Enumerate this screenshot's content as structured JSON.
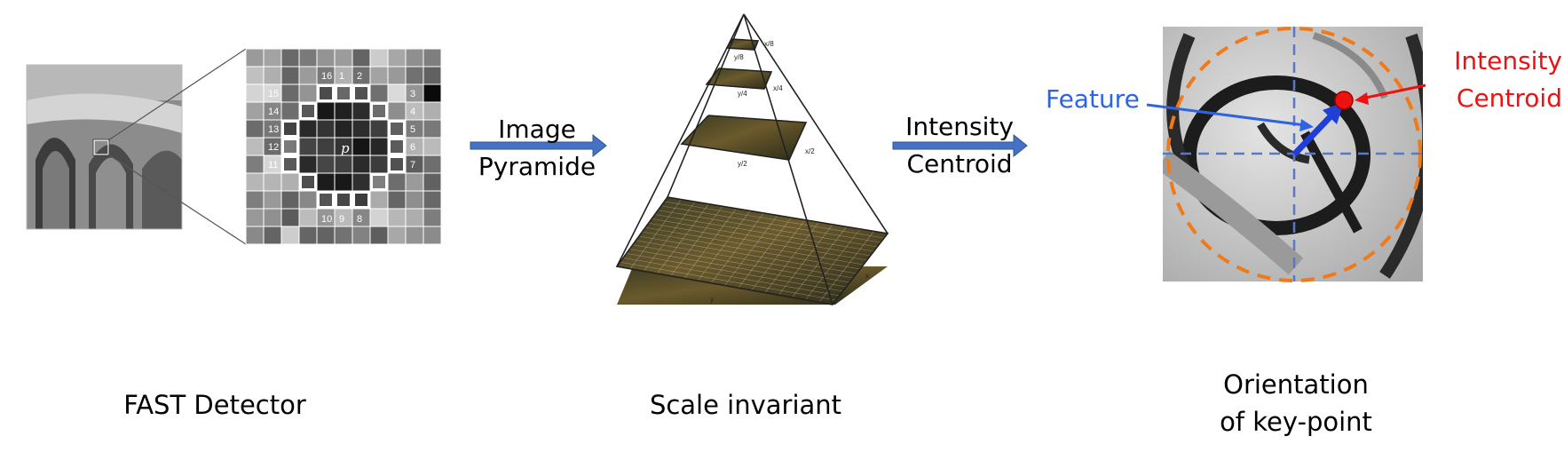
{
  "panels": {
    "fast": {
      "caption": "FAST Detector",
      "pixel_label": "p",
      "circle_numbers": [
        "16",
        "1",
        "2",
        "15",
        "3",
        "14",
        "4",
        "13",
        "5",
        "12",
        "6",
        "11",
        "7",
        "10",
        "9",
        "8"
      ]
    },
    "pyramid": {
      "caption": "Scale invariant",
      "labels": {
        "x8": "x/8",
        "y8": "y/8",
        "x4": "x/4",
        "y4": "y/4",
        "x2": "x/2",
        "y2": "y/2",
        "x": "x",
        "y": "y"
      }
    },
    "orientation": {
      "caption_line1": "Orientation",
      "caption_line2": "of key-point",
      "feature_label": "Feature",
      "centroid_label_line1": "Intensity",
      "centroid_label_line2": "Centroid"
    }
  },
  "arrows": {
    "first": {
      "line1": "Image",
      "line2": "Pyramide"
    },
    "second": {
      "line1": "Intensity",
      "line2": "Centroid"
    }
  },
  "colors": {
    "arrow_fill": "#4472c4",
    "feature_blue": "#2e64e0",
    "centroid_red": "#ee1111",
    "circle_orange": "#f07a1a",
    "vector_blue": "#1f3fd8"
  }
}
